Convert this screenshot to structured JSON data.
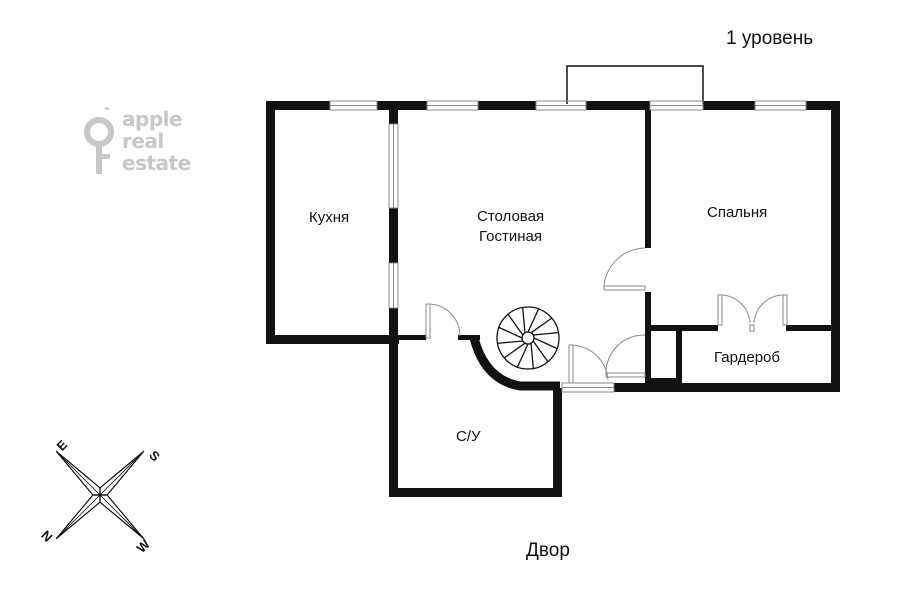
{
  "header": {
    "level_label": "1 уровень"
  },
  "logo": {
    "lines": [
      "apple",
      "real",
      "estate"
    ],
    "color": "#c7c7c7"
  },
  "rooms": {
    "kitchen": "Кухня",
    "living_line1": "Столовая",
    "living_line2": "Гостиная",
    "bedroom": "Спальня",
    "wardrobe": "Гардероб",
    "bathroom": "С/У"
  },
  "footer": {
    "yard_label": "Двор"
  },
  "compass": {
    "n": "N",
    "e": "E",
    "s": "S",
    "w": "W"
  },
  "colors": {
    "wall": "#111111",
    "window": "#888888"
  }
}
